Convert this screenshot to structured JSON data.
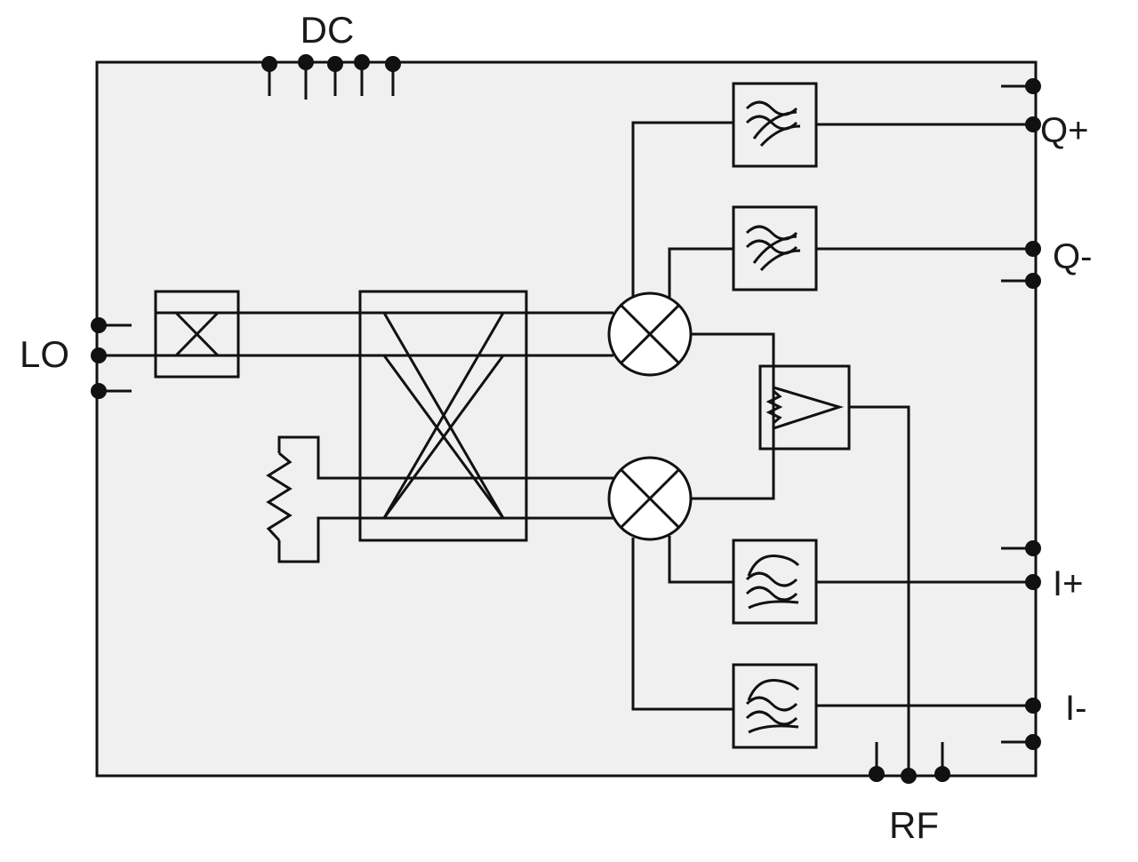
{
  "diagram": {
    "labels": {
      "dc": "DC",
      "lo": "LO",
      "rf": "RF",
      "q_plus": "Q+",
      "q_minus": "Q-",
      "i_plus": "I+",
      "i_minus": "I-"
    },
    "colors": {
      "line": "#111111",
      "housing_fill": "#f0f0f0",
      "background": "#ffffff"
    },
    "components": [
      "housing",
      "lo-attenuator",
      "quadrature-hybrid-coupler",
      "termination-resistor",
      "mixer-top",
      "mixer-bottom",
      "rf-splitter-amplifier",
      "lowpass-filter-q-plus",
      "lowpass-filter-q-minus",
      "lowpass-filter-i-plus",
      "lowpass-filter-i-minus"
    ]
  }
}
